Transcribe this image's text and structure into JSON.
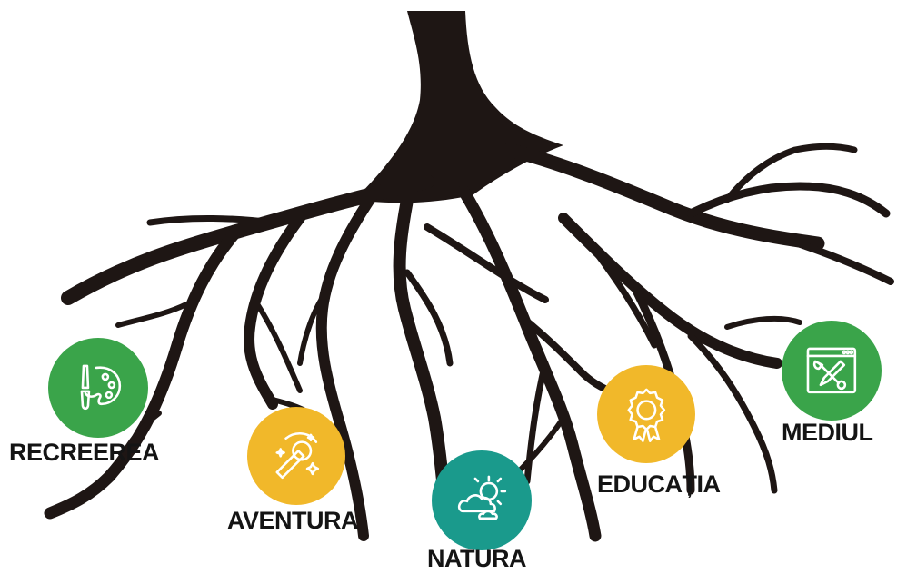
{
  "colors": {
    "root": "#1e1614",
    "green": "#3aa44a",
    "yellow": "#f1b82a",
    "teal": "#1a9a8c",
    "icon_stroke": "#ffffff"
  },
  "nodes": [
    {
      "label": "RECREEREA",
      "color": "green",
      "icon": "palette-icon"
    },
    {
      "label": "AVENTURA",
      "color": "yellow",
      "icon": "magic-wand-icon"
    },
    {
      "label": "NATURA",
      "color": "teal",
      "icon": "sun-cloud-icon"
    },
    {
      "label": "EDUCAȚIA",
      "color": "yellow",
      "icon": "award-ribbon-icon"
    },
    {
      "label": "MEDIUL",
      "color": "green",
      "icon": "tools-icon"
    }
  ]
}
